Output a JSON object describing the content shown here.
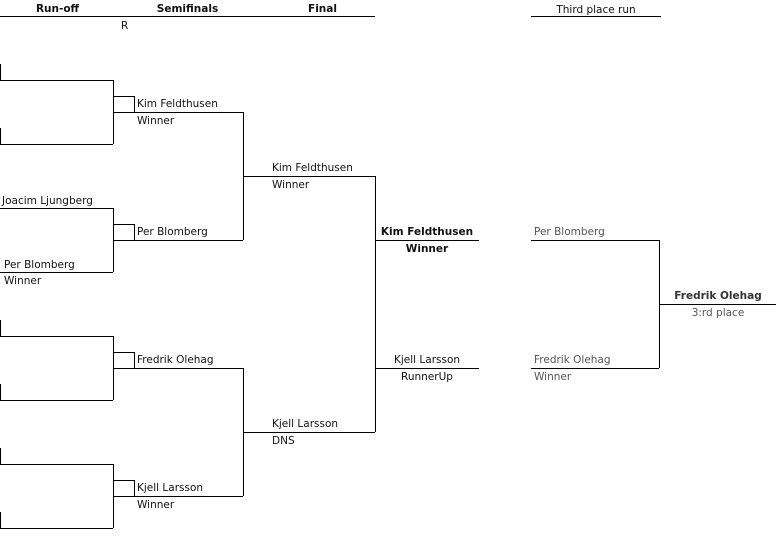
{
  "headers": {
    "runoff": "Run-off",
    "semifinals": "Semifinals",
    "final": "Final",
    "third_place": "Third place run"
  },
  "marker": "R",
  "semifinals": [
    {
      "name": "Kim Feldthusen",
      "status": "Winner"
    },
    {
      "name": "Per Blomberg",
      "status": ""
    },
    {
      "name": "Fredrik Olehag",
      "status": ""
    },
    {
      "name": "Kjell Larsson",
      "status": "Winner"
    }
  ],
  "runoff": [
    {
      "name": "Joacim Ljungberg",
      "status": ""
    },
    {
      "name": "Per Blomberg",
      "status": "Winner"
    }
  ],
  "final": [
    {
      "name": "Kim Feldthusen",
      "status": "Winner"
    },
    {
      "name": "Kjell Larsson",
      "status": "DNS"
    }
  ],
  "champion": {
    "name": "Kim Feldthusen",
    "status": "Winner"
  },
  "runner_up": {
    "name": "Kjell Larsson",
    "status": "RunnerUp"
  },
  "third_place_run": [
    {
      "name": "Per Blomberg",
      "status": ""
    },
    {
      "name": "Fredrik Olehag",
      "status": "Winner"
    }
  ],
  "third_place_result": {
    "name": "Fredrik Olehag",
    "status": "3:rd place"
  }
}
